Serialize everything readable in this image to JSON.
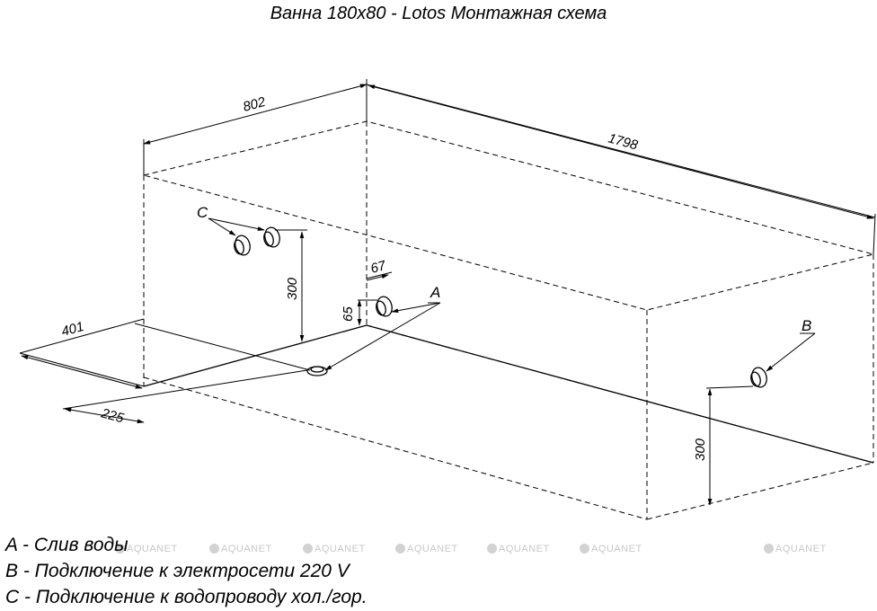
{
  "title": "Ванна 180x80 - Lotos Монтажная схема",
  "dimensions": {
    "width": "802",
    "length": "1798",
    "height_c": "300",
    "drain_offset_top": "67",
    "drain_height": "65",
    "offset_401": "401",
    "offset_225": "225",
    "height_b": "300"
  },
  "markers": {
    "a": "A",
    "b": "B",
    "c": "C"
  },
  "legend": [
    "A - Слив воды",
    "B - Подключение к электросети 220 V",
    "C - Подключение к водопроводу хол./гор."
  ],
  "watermark": {
    "text": "AQUANET",
    "count": 7
  }
}
